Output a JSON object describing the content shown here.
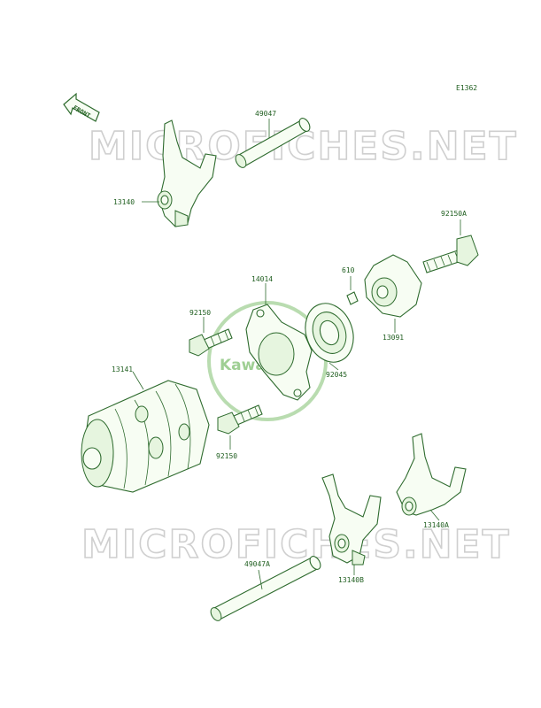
{
  "diagram_code": "E1362",
  "front_label": "FRONT",
  "watermark": "MICROFICHES.NET",
  "logo_text": "Kawasaki",
  "parts": [
    {
      "id": "p49047",
      "number": "49047"
    },
    {
      "id": "p13140",
      "number": "13140"
    },
    {
      "id": "p92150A",
      "number": "92150A"
    },
    {
      "id": "p610",
      "number": "610"
    },
    {
      "id": "p14014",
      "number": "14014"
    },
    {
      "id": "p92150a",
      "number": "92150"
    },
    {
      "id": "p13091",
      "number": "13091"
    },
    {
      "id": "p92045",
      "number": "92045"
    },
    {
      "id": "p13141",
      "number": "13141"
    },
    {
      "id": "p92150b",
      "number": "92150"
    },
    {
      "id": "p13140A",
      "number": "13140A"
    },
    {
      "id": "p49047A",
      "number": "49047A"
    },
    {
      "id": "p13140B",
      "number": "13140B"
    }
  ],
  "colors": {
    "line": "#2e6b2e",
    "label": "#1f5e1f",
    "watermark": "#cfcfcf",
    "logo": "#9fcf94"
  }
}
